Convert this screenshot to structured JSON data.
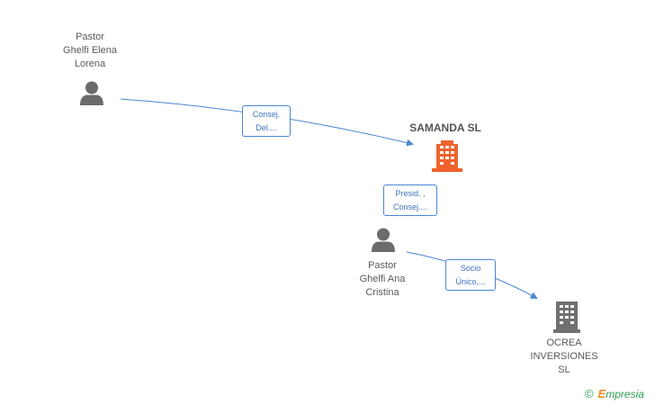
{
  "colors": {
    "edge": "#4a86d6",
    "person_icon": "#6b6b6b",
    "company_main": "#f0622d",
    "company_other": "#707070"
  },
  "nodes": {
    "person_elena": {
      "label": "Pastor\nGhelfi Elena\nLorena",
      "icon": "person-icon"
    },
    "company_samanda": {
      "label": "SAMANDA SL",
      "icon": "building-icon"
    },
    "person_ana": {
      "label": "Pastor\nGhelfi Ana\nCristina",
      "icon": "person-icon"
    },
    "company_ocrea": {
      "label": "OCREA\nINVERSIONES\nSL",
      "icon": "building-icon"
    }
  },
  "edges": {
    "elena_samanda": {
      "label": "Consej.\nDel...."
    },
    "ana_samanda": {
      "label": "Presid. ,\nConsej...."
    },
    "ana_ocrea": {
      "label": "Socio\nÚnico,..."
    }
  },
  "watermark": {
    "symbol": "©",
    "brand_initial": "E",
    "brand_rest": "mpresia"
  }
}
